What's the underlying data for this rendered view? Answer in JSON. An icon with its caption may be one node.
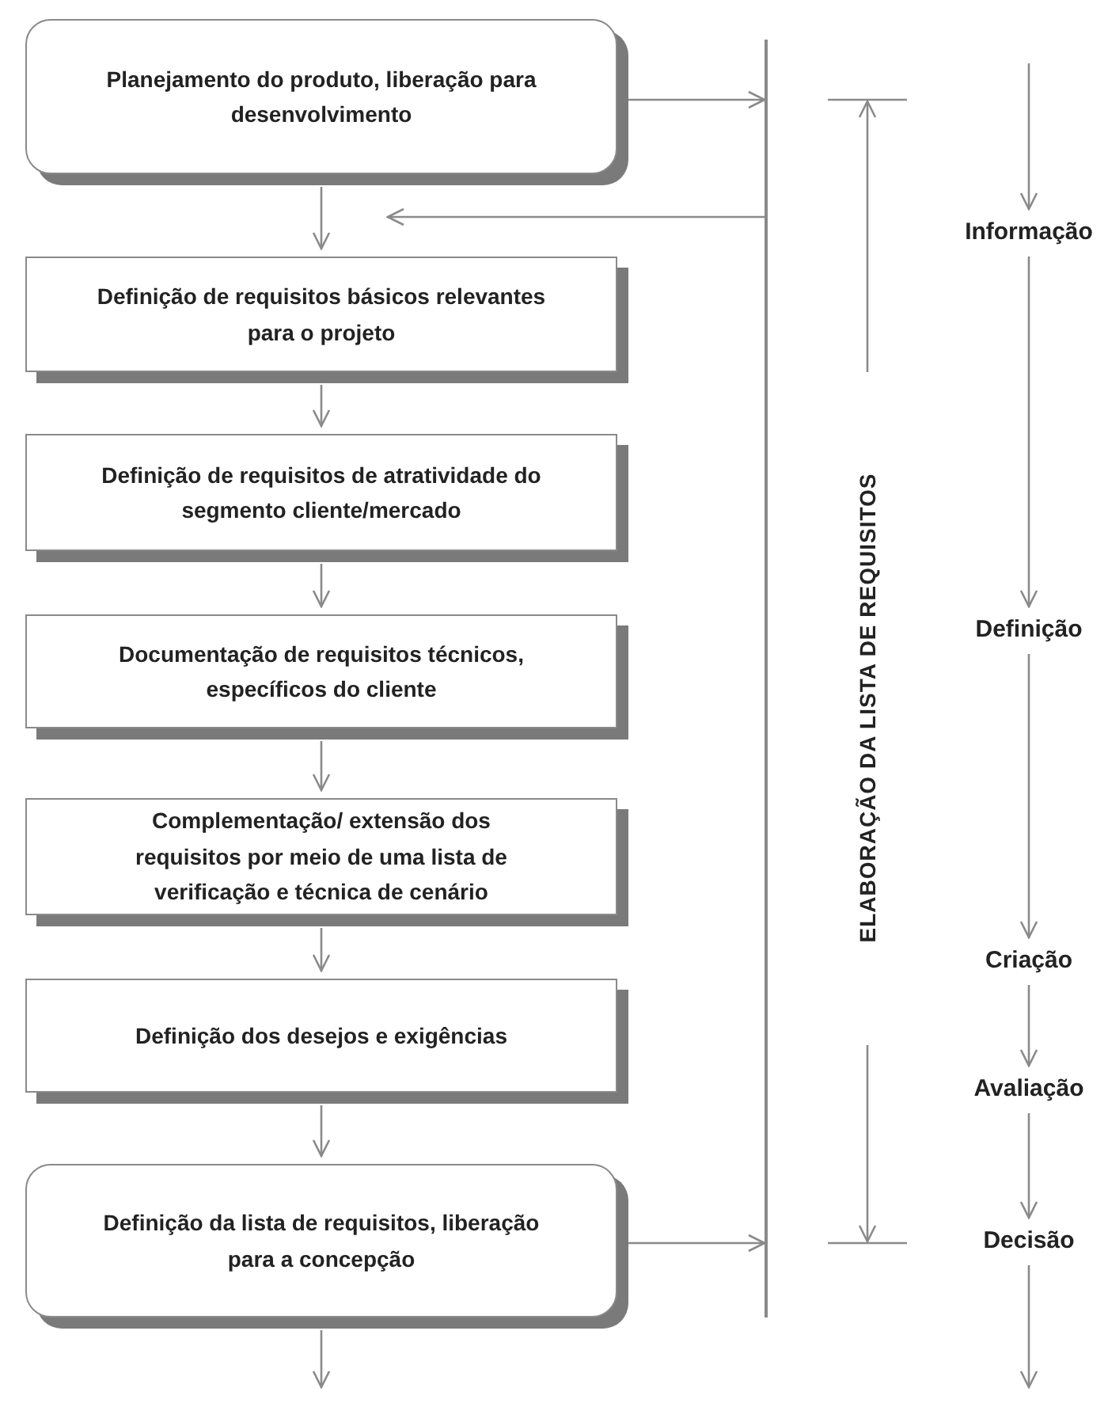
{
  "diagram": {
    "nodes": [
      {
        "text": [
          "Planejamento do produto, liberação para desenvolvimento"
        ]
      },
      {
        "text": [
          "Definição de requisitos básicos relevantes para o projeto"
        ]
      },
      {
        "text": [
          "Definição de requisitos de atratividade do segmento cliente/mercado"
        ]
      },
      {
        "text": [
          "Documentação de requisitos técnicos, específicos do cliente"
        ]
      },
      {
        "text": [
          "Complementação/ extensão dos requisitos por meio de uma lista de verificação e técnica de cenário"
        ]
      },
      {
        "text": [
          "Definição dos desejos e exigências"
        ]
      },
      {
        "text": [
          "Definição da lista de requisitos, liberação para a concepção"
        ]
      },
      {
        "text": [],
        "shape": "bar"
      },
      {
        "text": [
          "Informação"
        ]
      },
      {
        "text": [
          "Definição"
        ]
      },
      {
        "text": [
          "Criação"
        ]
      },
      {
        "text": [
          "Avaliação"
        ]
      },
      {
        "text": [
          "Decisão"
        ]
      }
    ],
    "edges": [
      {
        "from": 0,
        "to": 1,
        "arrow": "to"
      },
      {
        "from": 1,
        "to": 2,
        "arrow": "to"
      },
      {
        "from": 2,
        "to": 3,
        "arrow": "to"
      },
      {
        "from": 3,
        "to": 4,
        "arrow": "to"
      },
      {
        "from": 4,
        "to": 5,
        "arrow": "to"
      },
      {
        "from": 5,
        "to": 6,
        "arrow": "to"
      },
      {
        "from": 6,
        "to": null,
        "arrow": "to"
      },
      {
        "from": 0,
        "to": 7,
        "arrow": "to"
      },
      {
        "from": 7,
        "to": 1,
        "arrow": "to"
      },
      {
        "from": 6,
        "to": 7,
        "arrow": "to"
      },
      {
        "from": null,
        "to": 8,
        "arrow": "to"
      },
      {
        "from": 8,
        "to": 9,
        "arrow": "to"
      },
      {
        "from": 9,
        "to": 10,
        "arrow": "to"
      },
      {
        "from": 10,
        "to": 11,
        "arrow": "to"
      },
      {
        "from": 11,
        "to": 12,
        "arrow": "to"
      },
      {
        "from": 12,
        "to": null,
        "arrow": "to"
      }
    ],
    "labels": [
      "ELABORAÇÃO DA LISTA DE REQUISITOS"
    ]
  }
}
